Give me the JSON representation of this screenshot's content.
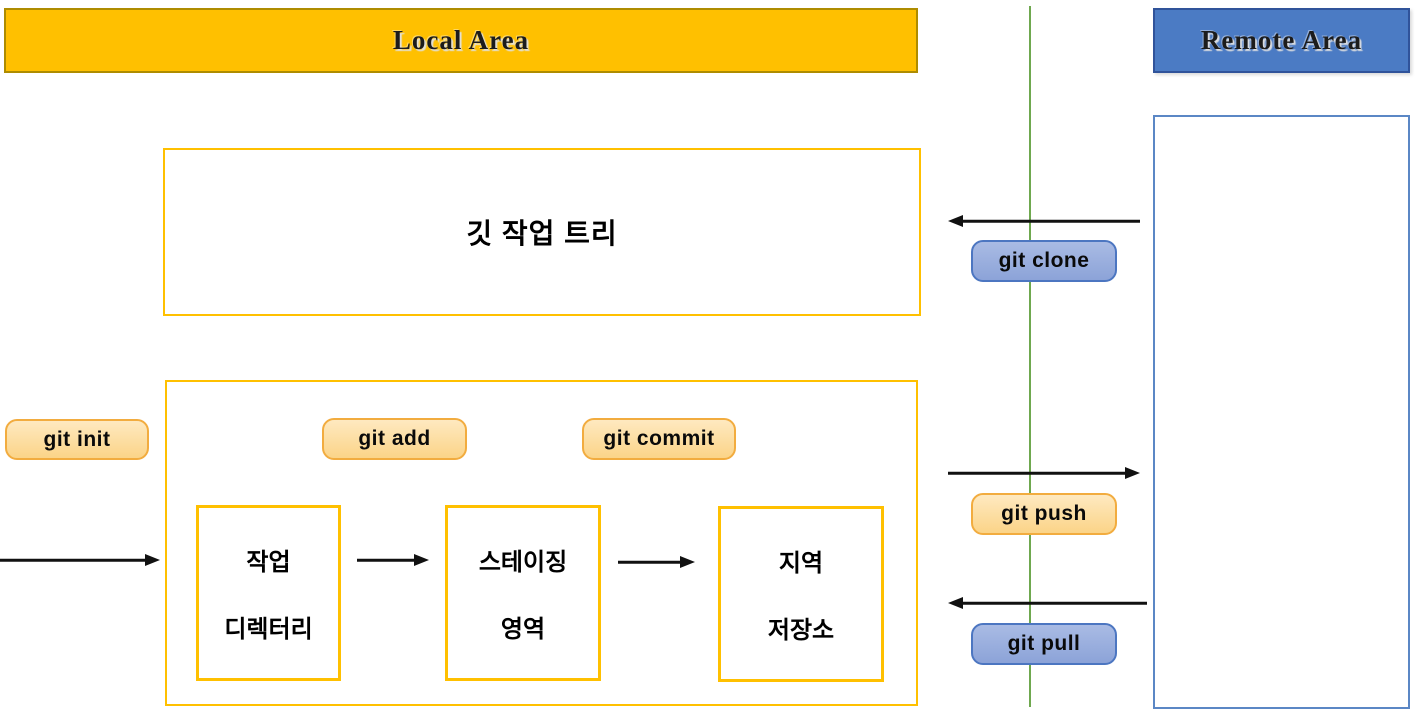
{
  "headers": {
    "local": "Local Area",
    "remote": "Remote Area"
  },
  "local_area": {
    "working_tree_label": "깃 작업 트리",
    "working_directory": {
      "line1": "작업",
      "line2": "디렉터리"
    },
    "staging_area": {
      "line1": "스테이징",
      "line2": "영역"
    },
    "local_repository": {
      "line1": "지역",
      "line2": "저장소"
    }
  },
  "commands": {
    "init": "git init",
    "add": "git add",
    "commit": "git commit",
    "clone": "git clone",
    "push": "git push",
    "pull": "git pull"
  },
  "colors": {
    "local_header_fill": "#FFC000",
    "local_header_border": "#AE8C00",
    "remote_header_fill": "#4B7BC4",
    "remote_header_border": "#30539A",
    "box_border_yellow": "#FFC000",
    "remote_box_border": "#5B87C5",
    "badge_orange_fill": "#FBD488",
    "badge_orange_border": "#F2AC3F",
    "badge_blue_fill": "#8CA3D8",
    "badge_blue_border": "#4C76C1",
    "divider_green": "#6FA84F",
    "arrow_black": "#111111"
  }
}
